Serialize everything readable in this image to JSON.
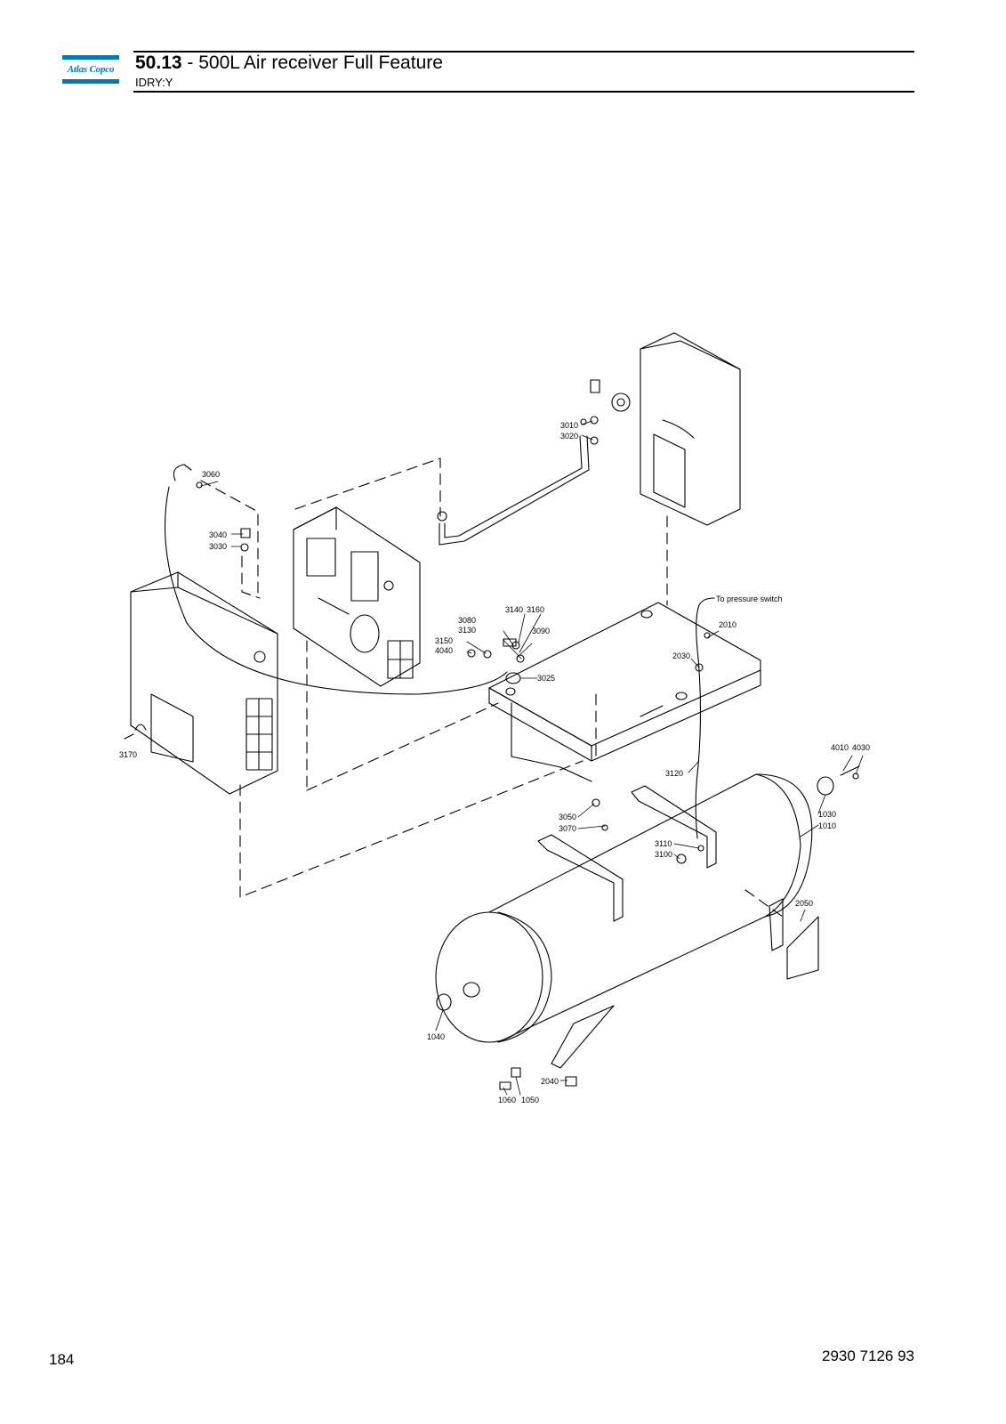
{
  "brand": {
    "logo_text": "Atlas Copco"
  },
  "header": {
    "section_number": "50.13",
    "separator": " - ",
    "title": "500L Air receiver Full Feature",
    "subtitle": "IDRY:Y"
  },
  "drawing": {
    "labels": [
      {
        "id": "3060",
        "text": "3060"
      },
      {
        "id": "3040",
        "text": "3040"
      },
      {
        "id": "3030",
        "text": "3030"
      },
      {
        "id": "3010",
        "text": "3010"
      },
      {
        "id": "3020",
        "text": "3020"
      },
      {
        "id": "pressure",
        "text": "To pressure switch"
      },
      {
        "id": "2010",
        "text": "2010"
      },
      {
        "id": "2030",
        "text": "2030"
      },
      {
        "id": "3140",
        "text": "3140"
      },
      {
        "id": "3160",
        "text": "3160"
      },
      {
        "id": "3080",
        "text": "3080"
      },
      {
        "id": "3130",
        "text": "3130"
      },
      {
        "id": "3090",
        "text": "3090"
      },
      {
        "id": "3150",
        "text": "3150"
      },
      {
        "id": "4040",
        "text": "4040"
      },
      {
        "id": "3025",
        "text": "3025"
      },
      {
        "id": "3170",
        "text": "3170"
      },
      {
        "id": "3120",
        "text": "3120"
      },
      {
        "id": "4010",
        "text": "4010"
      },
      {
        "id": "4030",
        "text": "4030"
      },
      {
        "id": "1030",
        "text": "1030"
      },
      {
        "id": "1010",
        "text": "1010"
      },
      {
        "id": "3050",
        "text": "3050"
      },
      {
        "id": "3070",
        "text": "3070"
      },
      {
        "id": "3110",
        "text": "3110"
      },
      {
        "id": "3100",
        "text": "3100"
      },
      {
        "id": "2050",
        "text": "2050"
      },
      {
        "id": "1040",
        "text": "1040"
      },
      {
        "id": "2040",
        "text": "2040"
      },
      {
        "id": "1060",
        "text": "1060"
      },
      {
        "id": "1050",
        "text": "1050"
      }
    ]
  },
  "footer": {
    "page_number": "184",
    "document_number": "2930 7126 93"
  },
  "colors": {
    "brand_blue": "#0079b7",
    "line": "#000000"
  }
}
